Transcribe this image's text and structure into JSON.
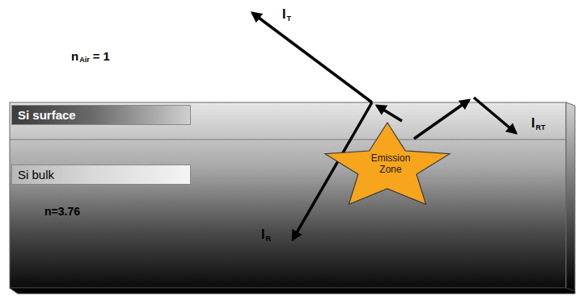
{
  "diagram": {
    "nodes": [
      {
        "text": [
          "Si surface"
        ]
      },
      {
        "text": [
          "Si bulk"
        ]
      },
      {
        "text": [
          "Emission Zone"
        ]
      }
    ],
    "labels": [
      "n",
      "Air",
      "= 1",
      "n=3.76",
      "I",
      "T",
      "I",
      "R",
      "I",
      "RT"
    ]
  }
}
